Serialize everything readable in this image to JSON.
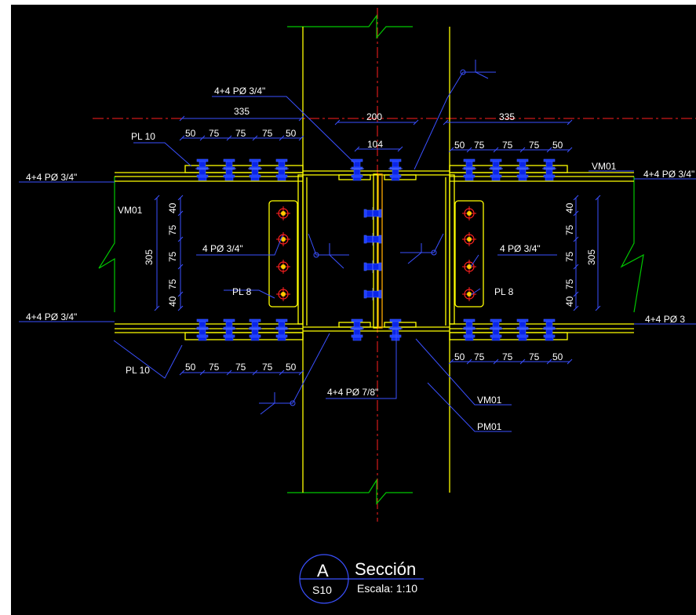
{
  "colors": {
    "background": "#000000",
    "member": "#ffff00",
    "bolt": "#0033ff",
    "annotation": "#3a50ff",
    "column_break": "#00c800",
    "centerline": "#ff2020",
    "hole": "#ff2020",
    "text": "#ffffff"
  },
  "labels": {
    "col_bolts_top": "4+4 PØ 3/4\"",
    "dim_left_total": "335",
    "dim_center": "200",
    "dim_right_total": "335",
    "dim_104": "104",
    "pl10_top": "PL 10",
    "left_top_series": [
      "50",
      "75",
      "75",
      "75",
      "50"
    ],
    "right_top_series": [
      "50",
      "75",
      "75",
      "75",
      "50"
    ],
    "vm01_right": "VM01",
    "bolts_left_top": "4+4 PØ 3/4\"",
    "bolts_right_top": "4+4 PØ 3/4\"",
    "vm01_left": "VM01",
    "left_vertical_series": [
      "40",
      "75",
      "75",
      "75",
      "40"
    ],
    "left_vertical_total": "305",
    "right_vertical_series": [
      "40",
      "75",
      "75",
      "75",
      "40"
    ],
    "right_vertical_total": "305",
    "web_bolts_left": "4 PØ 3/4\"",
    "web_bolts_right": "4 PØ 3/4\"",
    "pl8_left": "PL 8",
    "pl8_right": "PL 8",
    "bolts_left_bottom": "4+4 PØ 3/4\"",
    "bolts_right_bottom": "4+4 PØ 3",
    "pl10_bottom": "PL 10",
    "left_bottom_series": [
      "50",
      "75",
      "75",
      "75",
      "50"
    ],
    "right_bottom_series": [
      "50",
      "75",
      "75",
      "75",
      "50"
    ],
    "col_bolts_bottom": "4+4 PØ 7/8\"",
    "vm01_bottom": "VM01",
    "pm01": "PM01"
  },
  "title_block": {
    "letter": "A",
    "sheet": "S10",
    "title": "Sección",
    "scale": "Escala: 1:10"
  }
}
